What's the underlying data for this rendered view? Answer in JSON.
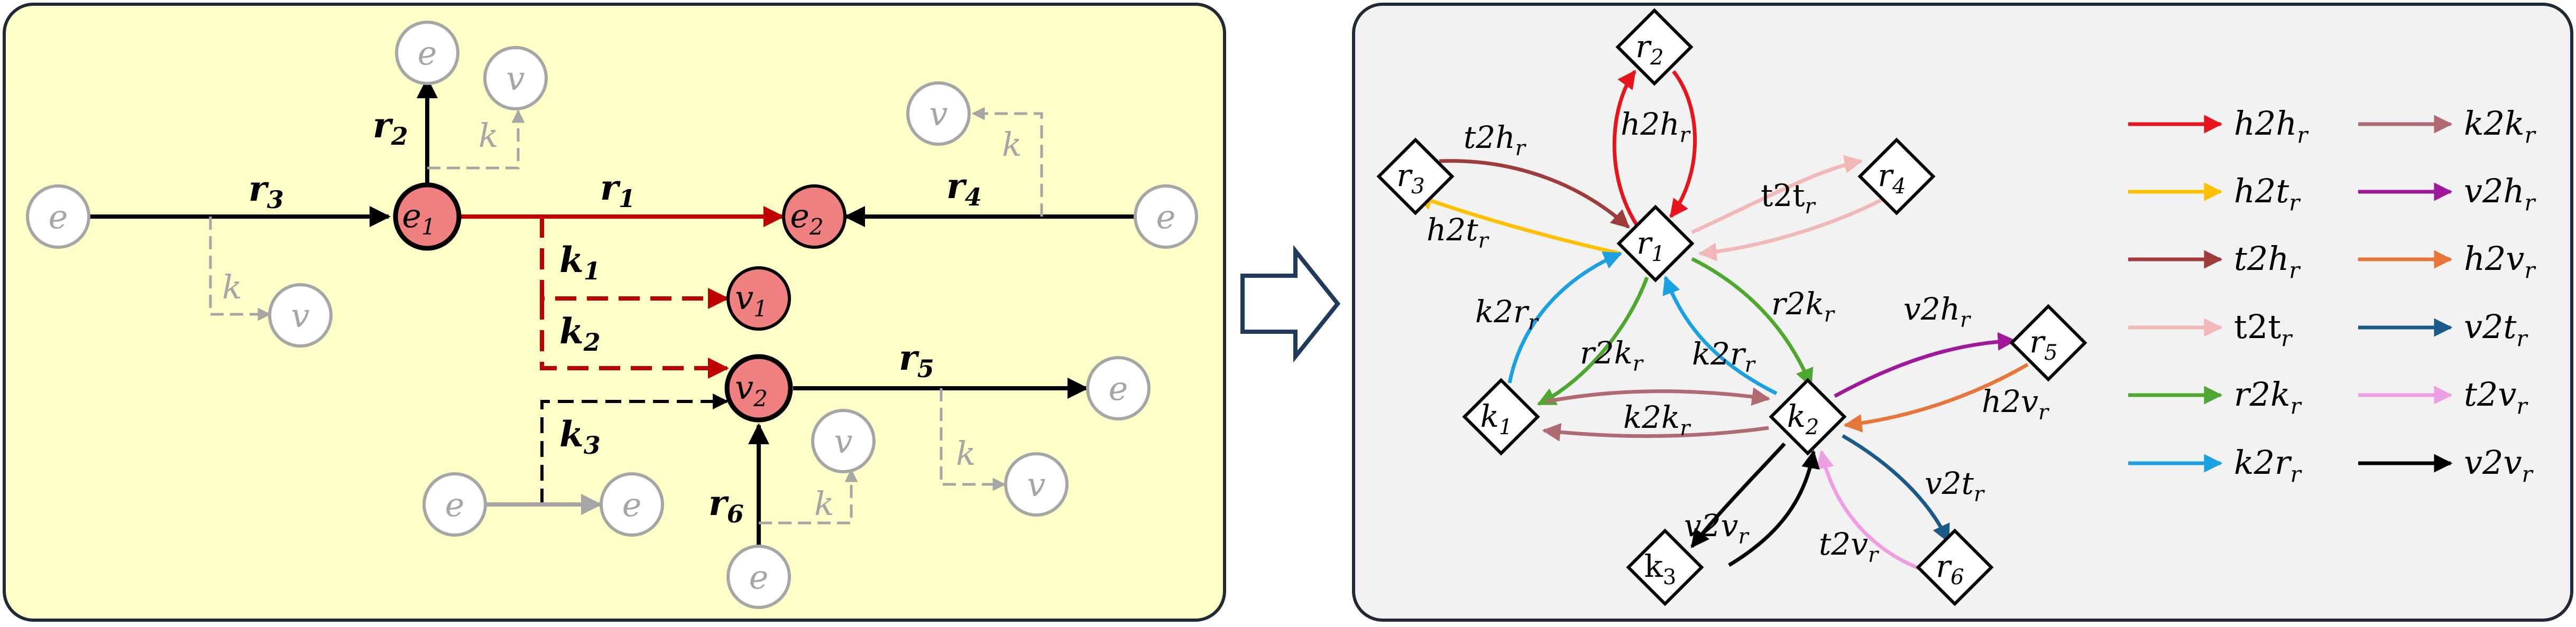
{
  "left_panel": {
    "nodes": {
      "e1": "e",
      "e1_sub": "1",
      "e2": "e",
      "e2_sub": "2",
      "v1": "v",
      "v1_sub": "1",
      "v2": "v",
      "v2_sub": "2",
      "ghost_e": "e",
      "ghost_v": "v"
    },
    "edge_labels": {
      "r1": "r",
      "r1_sub": "1",
      "r2": "r",
      "r2_sub": "2",
      "r3": "r",
      "r3_sub": "3",
      "r4": "r",
      "r4_sub": "4",
      "r5": "r",
      "r5_sub": "5",
      "r6": "r",
      "r6_sub": "6",
      "k1": "k",
      "k1_sub": "1",
      "k2": "k",
      "k2_sub": "2",
      "k3": "k",
      "k3_sub": "3",
      "k": "k"
    },
    "colors": {
      "background": "#FFFFC8",
      "highlight": "#C00000",
      "node_fill": "#F08080",
      "ghost": "#A6A6A6"
    }
  },
  "right_panel": {
    "nodes": {
      "r1": "r",
      "r1_sub": "1",
      "r2": "r",
      "r2_sub": "2",
      "r3": "r",
      "r3_sub": "3",
      "r4": "r",
      "r4_sub": "4",
      "r5": "r",
      "r5_sub": "5",
      "r6": "r",
      "r6_sub": "6",
      "k1": "k",
      "k1_sub": "1",
      "k2": "k",
      "k2_sub": "2",
      "k3": "k",
      "k3_sub": "3"
    },
    "edge_labels": [
      {
        "main": "h2h",
        "sub": "r"
      },
      {
        "main": "t2h",
        "sub": "r"
      },
      {
        "main": "h2t",
        "sub": "r"
      },
      {
        "main": "t2t",
        "sub": "r"
      },
      {
        "main": "k2r",
        "sub": "r"
      },
      {
        "main": "r2k",
        "sub": "r"
      },
      {
        "main": "k2r",
        "sub": "r"
      },
      {
        "main": "r2k",
        "sub": "r"
      },
      {
        "main": "k2k",
        "sub": "r"
      },
      {
        "main": "v2h",
        "sub": "r"
      },
      {
        "main": "h2v",
        "sub": "r"
      },
      {
        "main": "v2t",
        "sub": "r"
      },
      {
        "main": "t2v",
        "sub": "r"
      },
      {
        "main": "v2v",
        "sub": "r"
      }
    ],
    "legend": [
      {
        "main": "h2h",
        "sub": "r",
        "color": "#E8141B"
      },
      {
        "main": "h2t",
        "sub": "r",
        "color": "#FFC000"
      },
      {
        "main": "t2h",
        "sub": "r",
        "color": "#9E3B3B"
      },
      {
        "main": "t2t",
        "sub": "r",
        "color": "#F2B8B8"
      },
      {
        "main": "r2k",
        "sub": "r",
        "color": "#4EA72E"
      },
      {
        "main": "k2r",
        "sub": "r",
        "color": "#1BA1E2"
      },
      {
        "main": "k2k",
        "sub": "r",
        "color": "#B06A72"
      },
      {
        "main": "v2h",
        "sub": "r",
        "color": "#A0189A"
      },
      {
        "main": "h2v",
        "sub": "r",
        "color": "#E8763A"
      },
      {
        "main": "v2t",
        "sub": "r",
        "color": "#1A5A8A"
      },
      {
        "main": "t2v",
        "sub": "r",
        "color": "#EE9EE2"
      },
      {
        "main": "v2v",
        "sub": "r",
        "color": "#000000"
      }
    ],
    "colors": {
      "background": "#F2F2F2"
    }
  }
}
